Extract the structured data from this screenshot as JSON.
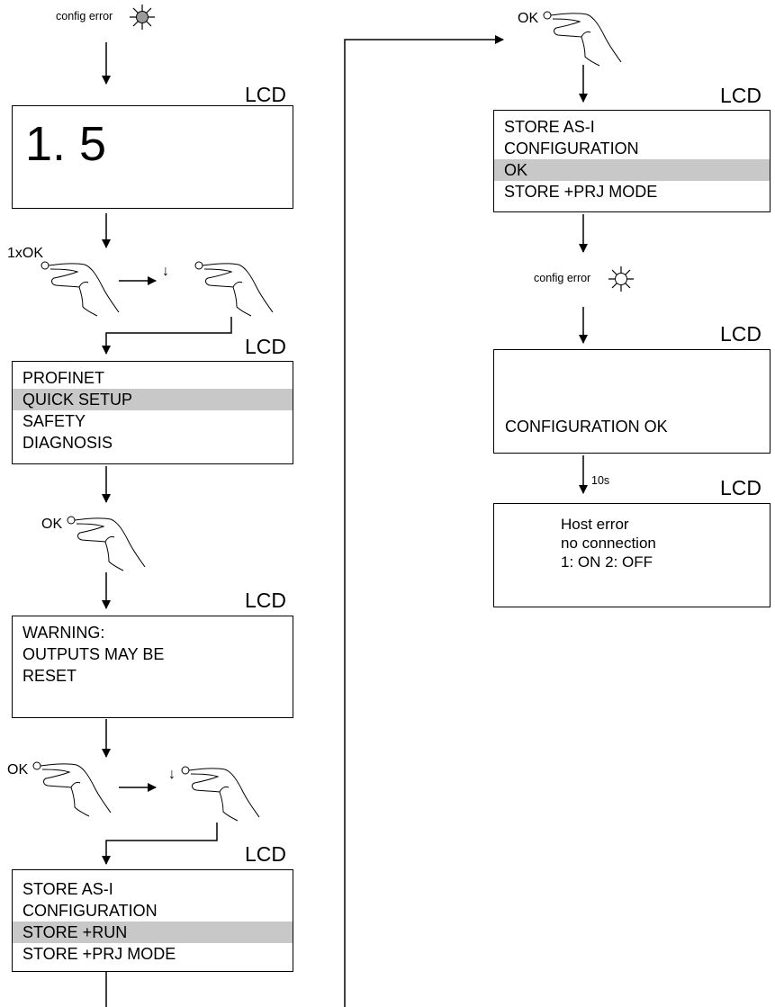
{
  "left": {
    "config_error_label": "config error",
    "lcd_label": "LCD",
    "screen1_value": "1. 5",
    "press1_label": "1xOK",
    "down_arrow": "↓",
    "menu_items": [
      "PROFINET",
      "QUICK SETUP",
      "SAFETY",
      "DIAGNOSIS"
    ],
    "ok_label": "OK",
    "warning_lines": [
      "WARNING:",
      "OUTPUTS MAY BE",
      "RESET"
    ],
    "store_items": [
      "STORE AS-I",
      "CONFIGURATION",
      "STORE +RUN",
      "STORE +PRJ MODE"
    ]
  },
  "right": {
    "ok_label": "OK",
    "lcd_label": "LCD",
    "store_items": [
      "STORE AS-I",
      "CONFIGURATION",
      "OK",
      "STORE +PRJ MODE"
    ],
    "config_error_label": "config error",
    "config_ok_text": "CONFIGURATION OK",
    "delay_label": "10s",
    "host_lines": [
      "Host error",
      "no connection",
      "1: ON 2: OFF"
    ]
  }
}
